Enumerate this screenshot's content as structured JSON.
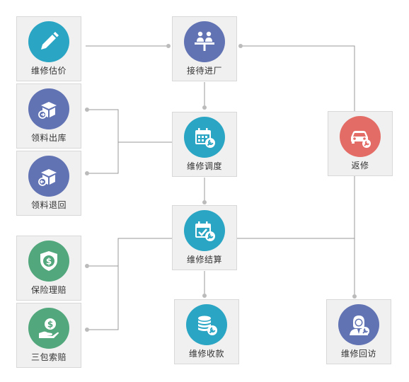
{
  "nodes": {
    "estimate": {
      "label": "维修估价",
      "color": "#2aa6c4",
      "icon": "pencil-icon"
    },
    "reception": {
      "label": "接待进厂",
      "color": "#6273b4",
      "icon": "reception-icon"
    },
    "material_out": {
      "label": "领料出库",
      "color": "#6273b4",
      "icon": "box-out-icon"
    },
    "material_return": {
      "label": "领料退回",
      "color": "#6273b4",
      "icon": "box-return-icon"
    },
    "dispatch": {
      "label": "维修调度",
      "color": "#2aa6c4",
      "icon": "calendar-wrench-icon"
    },
    "rework": {
      "label": "返修",
      "color": "#e36d66",
      "icon": "car-wrench-icon"
    },
    "settlement": {
      "label": "维修结算",
      "color": "#2aa6c4",
      "icon": "calendar-check-icon"
    },
    "insurance": {
      "label": "保险理赔",
      "color": "#52a77d",
      "icon": "shield-dollar-icon"
    },
    "warranty": {
      "label": "三包索赔",
      "color": "#52a77d",
      "icon": "hand-dollar-icon"
    },
    "payment": {
      "label": "维修收款",
      "color": "#2aa6c4",
      "icon": "coins-wrench-icon"
    },
    "followup": {
      "label": "维修回访",
      "color": "#6273b4",
      "icon": "agent-wrench-icon"
    }
  },
  "colors": {
    "connector": "#999999",
    "node_bg": "#f0f0f0",
    "node_border": "#d8d8d8"
  }
}
